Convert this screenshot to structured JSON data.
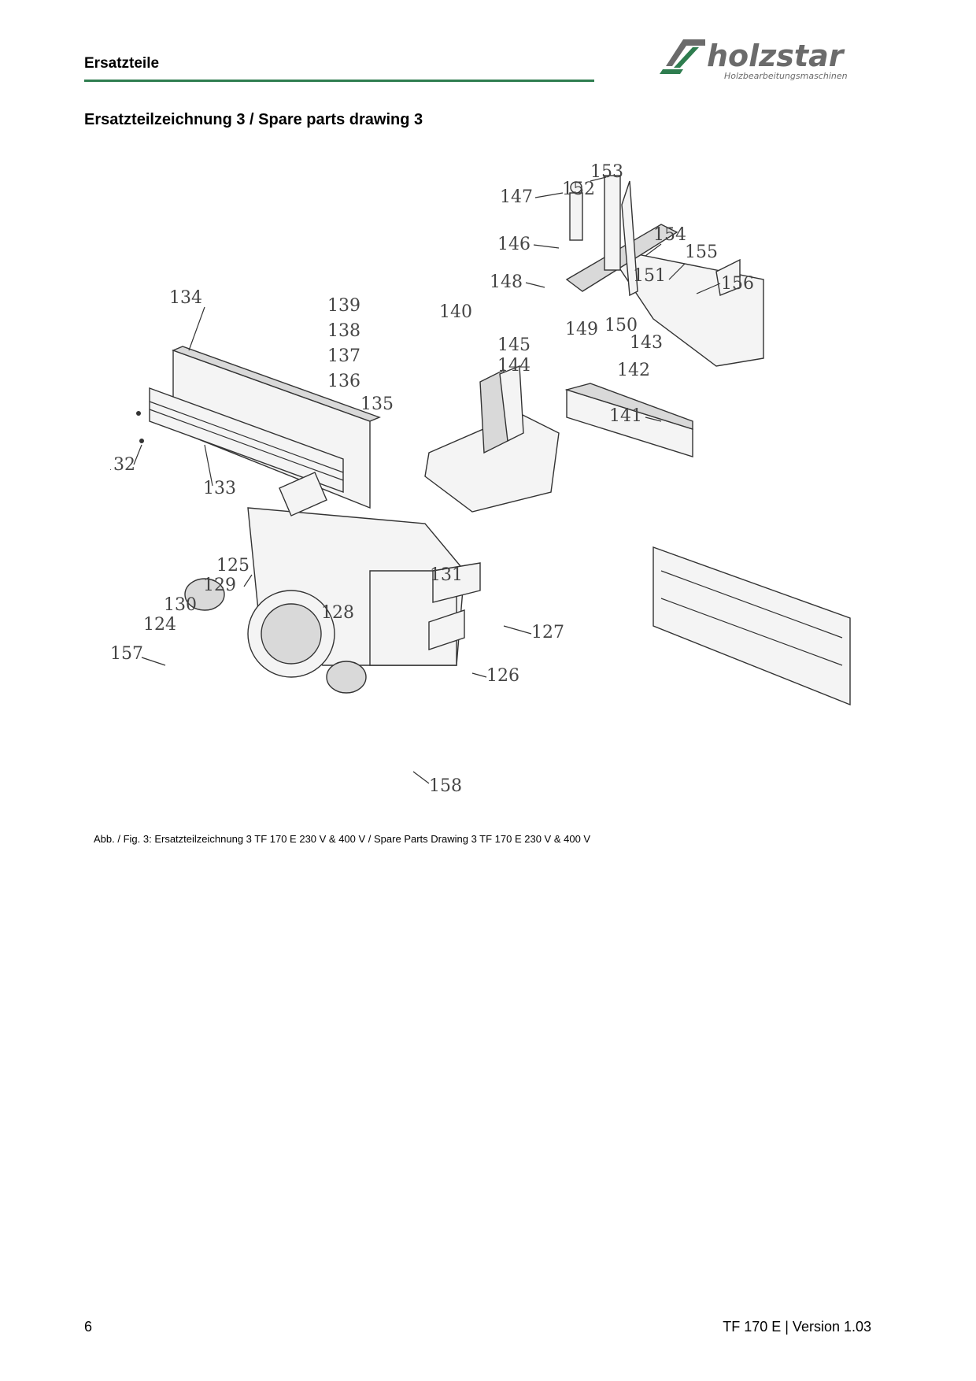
{
  "header": {
    "section": "Ersatzteile",
    "logo_text": "holzstar",
    "logo_tagline": "Holzbearbeitungsmaschinen"
  },
  "title": "Ersatzteilzeichnung 3 / Spare parts drawing 3",
  "callouts": {
    "p124": "124",
    "p125": "125",
    "p126": "126",
    "p127": "127",
    "p128": "128",
    "p129": "129",
    "p130": "130",
    "p131": "131",
    "p132": "132",
    "p133": "133",
    "p134": "134",
    "p135": "135",
    "p136": "136",
    "p137": "137",
    "p138": "138",
    "p139": "139",
    "p140": "140",
    "p141": "141",
    "p142": "142",
    "p143": "143",
    "p144": "144",
    "p145": "145",
    "p146": "146",
    "p147": "147",
    "p148": "148",
    "p149": "149",
    "p150": "150",
    "p151": "151",
    "p152": "152",
    "p153": "153",
    "p154": "154",
    "p155": "155",
    "p156": "156",
    "p157": "157",
    "p158": "158"
  },
  "caption": "Abb. / Fig. 3: Ersatzteilzeichnung 3 TF 170 E 230 V & 400 V / Spare Parts Drawing 3 TF 170 E 230 V & 400 V",
  "footer": {
    "page": "6",
    "version": "TF 170 E | Version 1.03"
  },
  "colors": {
    "accent": "#2e7d4f",
    "logo_gray": "#6b6b6b"
  }
}
